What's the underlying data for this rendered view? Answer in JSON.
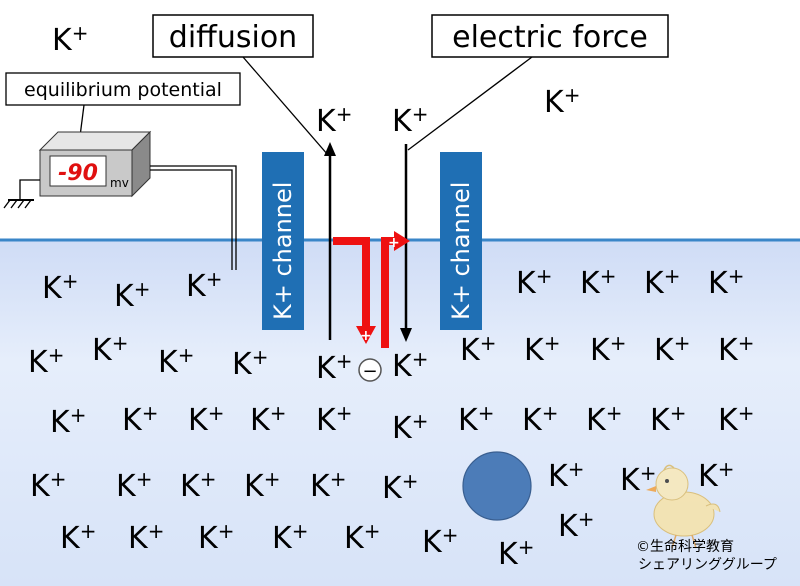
{
  "labels": {
    "diffusion": "diffusion",
    "electric_force": "electric force",
    "equilibrium_potential": "equilibrium potential",
    "meter_value": "-90",
    "meter_unit": "mv",
    "channel_left": "K+ channel",
    "channel_right": "K+ channel",
    "minus_sign": "−",
    "plus_sign": "+"
  },
  "ion": {
    "base": "K",
    "charge": "+"
  },
  "colors": {
    "inside": "#dde8fa",
    "membrane": "#3a86c8",
    "channel": "#1f6fb4",
    "arrow_red": "#ee1111",
    "sphere": "#4c7cb8"
  },
  "copyright": {
    "line1": "©生命科学教育",
    "line2": "シェアリンググループ"
  }
}
